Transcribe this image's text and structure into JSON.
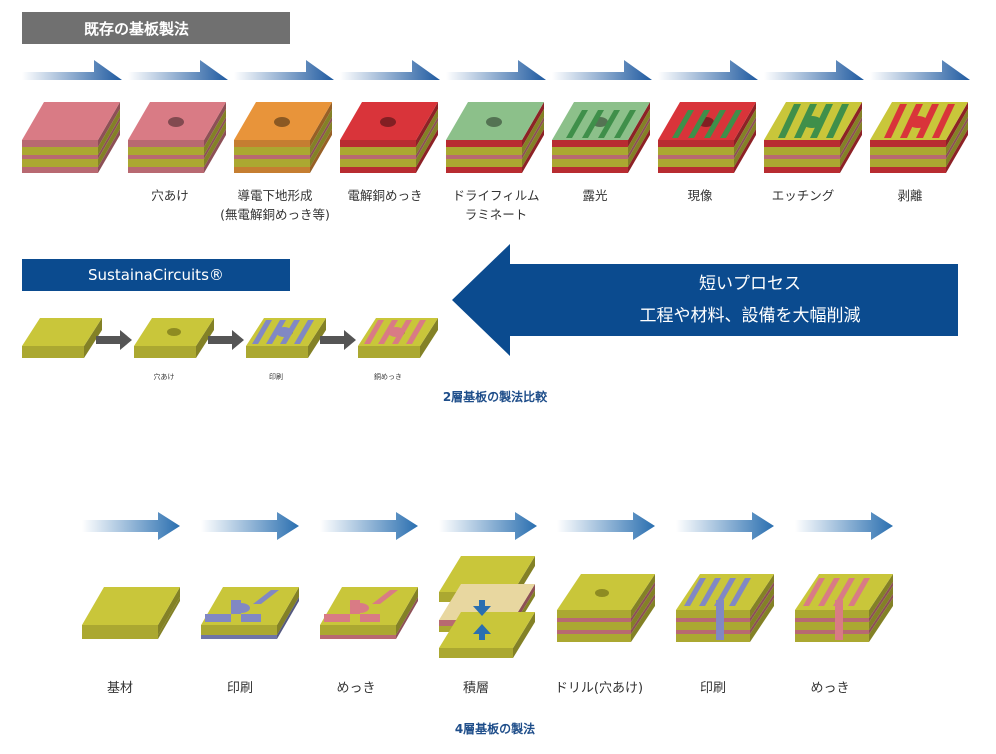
{
  "conventional": {
    "title": "既存の基板製法",
    "steps": [
      "",
      "穴あけ",
      "導電下地形成\n(無電解銅めっき等)",
      "電解銅めっき",
      "ドライフィルム\nラミネート",
      "露光",
      "現像",
      "エッチング",
      "剥離"
    ]
  },
  "sustaina": {
    "title": "SustainaCircuits®",
    "steps": [
      "",
      "穴あけ",
      "印刷",
      "銅めっき"
    ]
  },
  "short_process": {
    "line1": "短いプロセス",
    "line2": "工程や材料、設備を大幅削減"
  },
  "caption_2layer": "2層基板の製法比較",
  "four_layer": {
    "steps": [
      "基材",
      "印刷",
      "めっき",
      "積層",
      "ドリル(穴あけ)",
      "印刷",
      "めっき"
    ]
  },
  "caption_4layer": "4層基板の製法",
  "colors": {
    "gray_banner": "#707070",
    "navy": "#0b4b8f",
    "substrate_yellow": "#c9c63a",
    "copper_red": "#d9343a",
    "pink": "#d97b85",
    "orange": "#e8943a",
    "green": "#3f8f4a",
    "light_green": "#8cc08a",
    "blue_print": "#8188c4"
  }
}
